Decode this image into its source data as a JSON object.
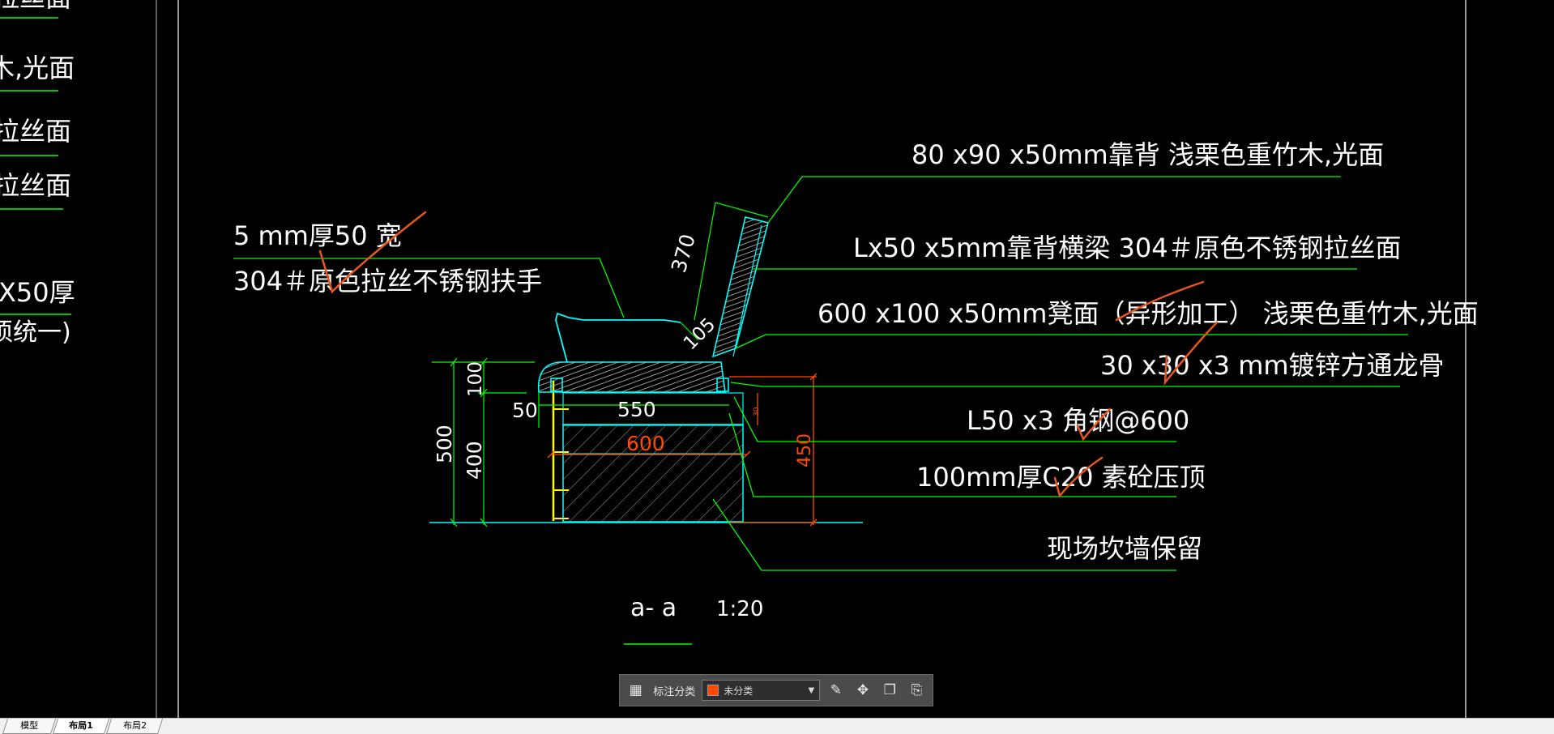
{
  "sidebar_fragments": [
    "拉丝面",
    "木,光面",
    "拉丝面",
    "拉丝面",
    "X50厚",
    "须统一)"
  ],
  "annotations": {
    "backrest": "80 x90 x50mm靠背  浅栗色重竹木,光面",
    "beam": "Lx50 x5mm靠背横梁  304＃原色不锈钢拉丝面",
    "seat": "600 x100 x50mm凳面（异形加工） 浅栗色重竹木,光面",
    "keel": "30 x30 x3 mm镀锌方通龙骨",
    "angle": "L50 x3 角钢@600",
    "cap": "100mm厚C20 素砼压顶",
    "wall": "现场坎墙保留",
    "handrail_line1": "5 mm厚50 宽",
    "handrail_line2": "304＃原色拉丝不锈钢扶手"
  },
  "dimensions": {
    "backrest_length": "370",
    "backrest_offset": "105",
    "seat_height": "100",
    "total_height": "500",
    "wall_height": "400",
    "side_offset": "50",
    "seat_depth": "550",
    "wall_width": "600",
    "red_height": "450",
    "small_gap": "30"
  },
  "section": {
    "title": "a- a",
    "scale": "1:20"
  },
  "toolbar": {
    "label": "标注分类",
    "selected_value": "未分类",
    "swatch_color": "#ff4a00"
  },
  "tabs": [
    {
      "label": "模型",
      "active": false
    },
    {
      "label": "布局1",
      "active": true
    },
    {
      "label": "布局2",
      "active": false
    }
  ],
  "colors": {
    "leader": "#00ff00",
    "text": "#ffffff",
    "outline": "#00ffff",
    "dim_red": "#ff4a00",
    "steel": "#ffff00",
    "checkmark": "#e8561e"
  }
}
